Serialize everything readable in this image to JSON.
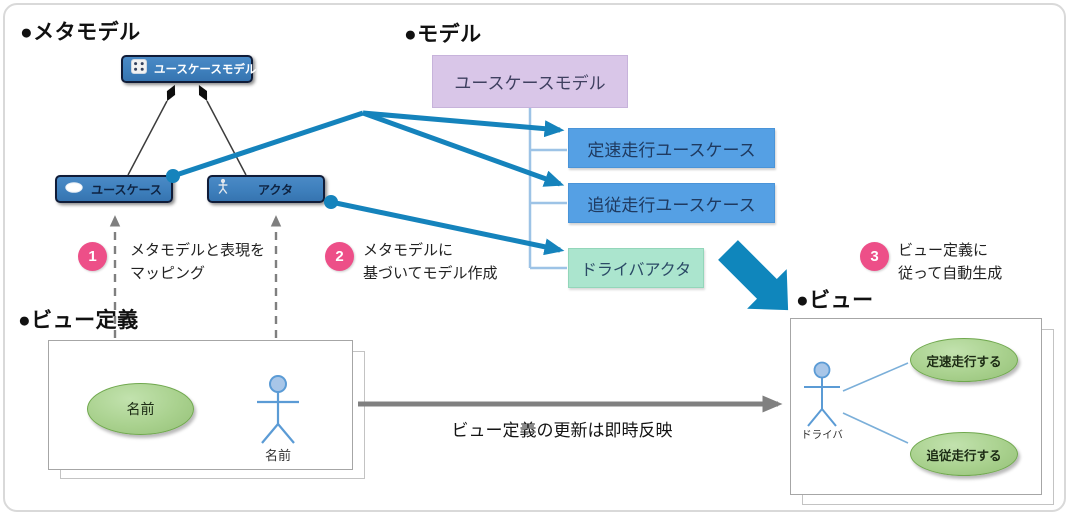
{
  "headings": {
    "metamodel": "●メタモデル",
    "model": "●モデル",
    "view_definition": "●ビュー定義",
    "view": "●ビュー"
  },
  "metamodel": {
    "model_box": "ユースケースモデル",
    "usecase_box": "ユースケース",
    "actor_box": "アクタ"
  },
  "model": {
    "root_box": "ユースケースモデル",
    "usecase1_box": "定速走行ユースケース",
    "usecase2_box": "追従走行ユースケース",
    "actor_box": "ドライバアクタ"
  },
  "steps": [
    {
      "number": "1",
      "line1": "メタモデルと表現を",
      "line2": "マッピング"
    },
    {
      "number": "2",
      "line1": "メタモデルに",
      "line2": "基づいてモデル作成"
    },
    {
      "number": "3",
      "line1": "ビュー定義に",
      "line2": "従って自動生成"
    }
  ],
  "view_definition": {
    "usecase_label": "名前",
    "actor_label": "名前"
  },
  "view": {
    "actor_label": "ドライバ",
    "usecase1_label": "定速走行する",
    "usecase2_label": "追従走行する"
  },
  "caption": "ビュー定義の更新は即時反映",
  "colors": {
    "teal_arrow": "#1583bc",
    "pink_badge": "#ed4f88",
    "metamodel_box_blue": "#3d7ebb",
    "model_box_blue": "#55a0e4",
    "model_box_purple": "#d9c6e8",
    "model_box_mint": "#abe5ce",
    "usecase_ellipse_green": "#a9d18e",
    "actor_blue": "#5b9bd5",
    "tree_connector_blue": "#9dc3e6",
    "gray_arrow": "#808080"
  }
}
